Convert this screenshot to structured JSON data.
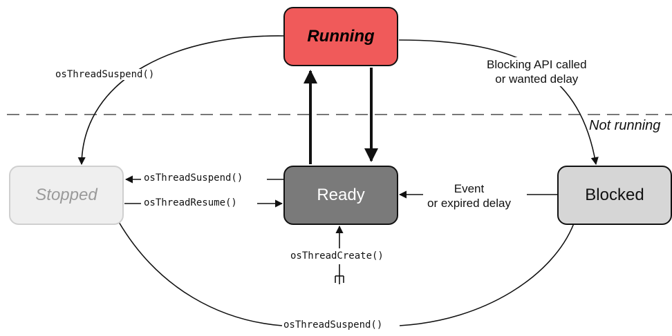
{
  "states": {
    "running": "Running",
    "ready": "Ready",
    "stopped": "Stopped",
    "blocked": "Blocked"
  },
  "region_label": "Not running",
  "transitions": {
    "running_to_stopped": "osThreadSuspend()",
    "running_to_blocked_line1": "Blocking API called",
    "running_to_blocked_line2": "or wanted delay",
    "ready_to_stopped": "osThreadSuspend()",
    "stopped_to_ready": "osThreadResume()",
    "blocked_to_ready_line1": "Event",
    "blocked_to_ready_line2": "or expired delay",
    "create": "osThreadCreate()",
    "blocked_to_stopped": "osThreadSuspend()"
  },
  "colors": {
    "running": "#f05a5a",
    "ready": "#7a7a7a",
    "stopped": "#efefef",
    "blocked": "#d6d6d6"
  }
}
